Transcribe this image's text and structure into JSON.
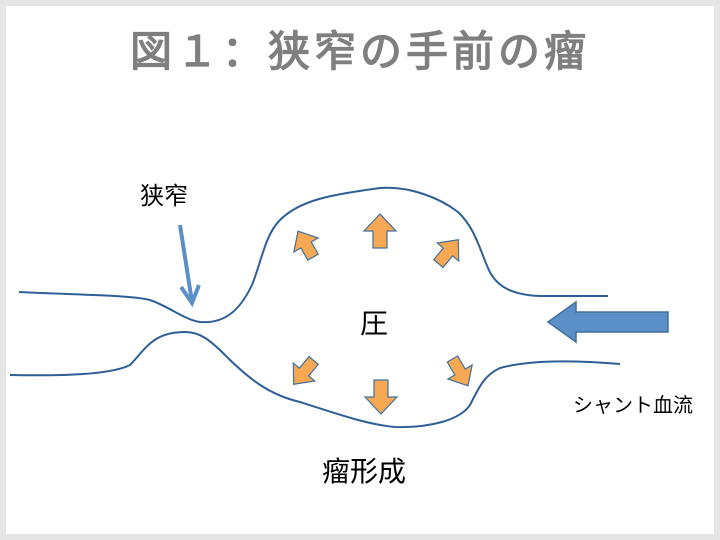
{
  "title": "図１：狭窄の手前の瘤",
  "labels": {
    "stenosis": "狭窄",
    "pressure": "圧",
    "aneurysm_formation": "瘤形成",
    "shunt_flow": "シャント血流"
  },
  "colors": {
    "background_frame": "#e6e6e6",
    "slide": "#ffffff",
    "title_text": "#7f7f7f",
    "vessel_line": "#2e5f97",
    "blue_arrow_fill": "#5b8fc8",
    "blue_arrow_stroke": "#41719c",
    "pressure_arrow_fill": "#f6a852",
    "pressure_arrow_stroke": "#41719c"
  },
  "pressure_arrows": [
    {
      "direction": "up-left"
    },
    {
      "direction": "up"
    },
    {
      "direction": "up-right"
    },
    {
      "direction": "down-left"
    },
    {
      "direction": "down"
    },
    {
      "direction": "down-right"
    }
  ]
}
